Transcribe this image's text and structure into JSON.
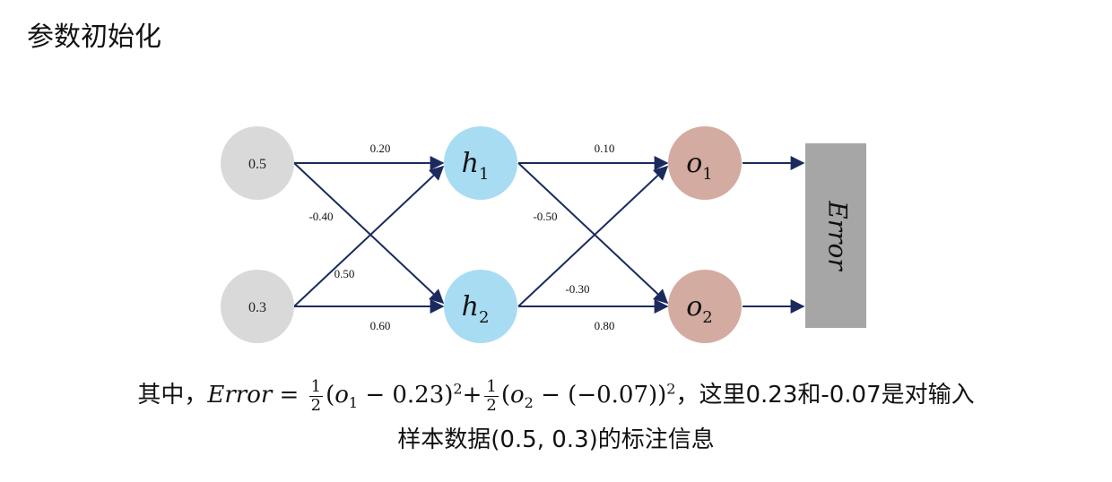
{
  "title": "参数初始化",
  "diagram": {
    "inputs": [
      {
        "value": "0.5"
      },
      {
        "value": "0.3"
      }
    ],
    "hidden": [
      {
        "symbol": "h",
        "sub": "1"
      },
      {
        "symbol": "h",
        "sub": "2"
      }
    ],
    "outputs": [
      {
        "symbol": "o",
        "sub": "1"
      },
      {
        "symbol": "o",
        "sub": "2"
      }
    ],
    "error_label": "Error",
    "weights": {
      "i1_h1": "0.20",
      "i1_h2": "-0.40",
      "i2_h1": "0.50",
      "i2_h2": "0.60",
      "h1_o1": "0.10",
      "h1_o2": "-0.50",
      "h2_o1": "-0.30",
      "h2_o2": "0.80"
    },
    "colors": {
      "input_node": "#d9d9d9",
      "hidden_node": "#a8dcf2",
      "output_node": "#d3aba0",
      "error_box": "#a6a6a6",
      "edge": "#1b2a5e"
    }
  },
  "caption": {
    "prefix": "其中，",
    "formula": {
      "lhs": "Error",
      "eq": " = ",
      "frac_num": "1",
      "frac_den": "2",
      "term1_open": "(",
      "term1_var": "o",
      "term1_sub": "1",
      "term1_rest": " − 0.23)",
      "sq": "2",
      "plus": "+",
      "term2_open": "(",
      "term2_var": "o",
      "term2_sub": "2",
      "term2_rest": " − (−0.07))"
    },
    "suffix": "，这里0.23和-0.07是对输入",
    "line2": "样本数据(0.5, 0.3)的标注信息"
  }
}
